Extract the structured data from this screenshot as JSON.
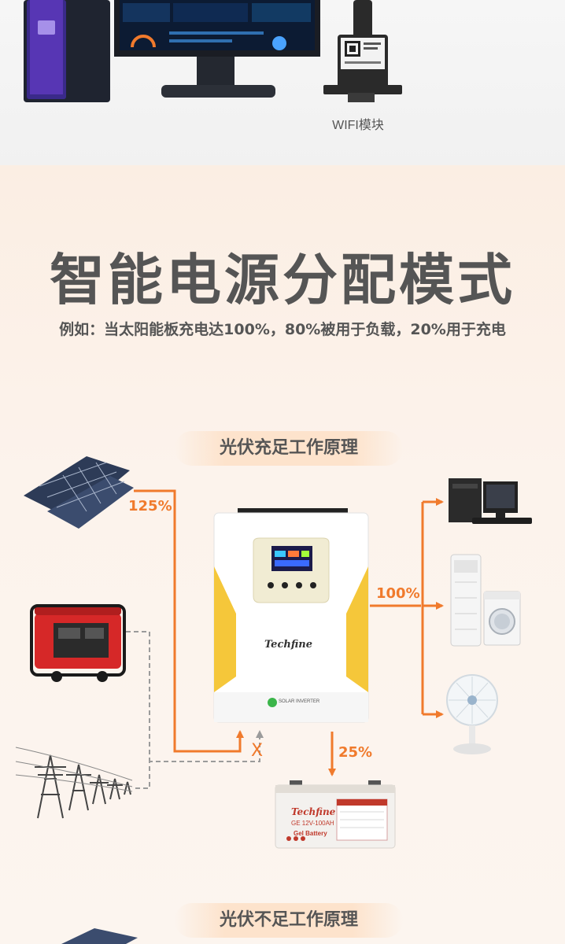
{
  "header": {
    "wifi_label": "WIFI模块"
  },
  "main": {
    "title": "智能电源分配模式",
    "subtitle": "例如：当太阳能板充电达100%，80%被用于负载，20%用于充电",
    "section1_label": "光伏充足工作原理",
    "section2_label": "光伏不足工作原理",
    "pct_solar": "125%",
    "pct_load": "100%",
    "pct_battery": "25%",
    "blocked_mark": "X",
    "inverter_brand": "Techfine",
    "inverter_footer": "SOLAR INVERTER",
    "battery_brand": "Techfine",
    "battery_model": "GE 12V-100AH",
    "battery_type": "Gel Battery"
  },
  "colors": {
    "accent_orange": "#f07a2c",
    "inverter_yellow": "#f5c73a",
    "dashed_gray": "#9b9b9b",
    "pill_bg": "#fde3cc"
  }
}
